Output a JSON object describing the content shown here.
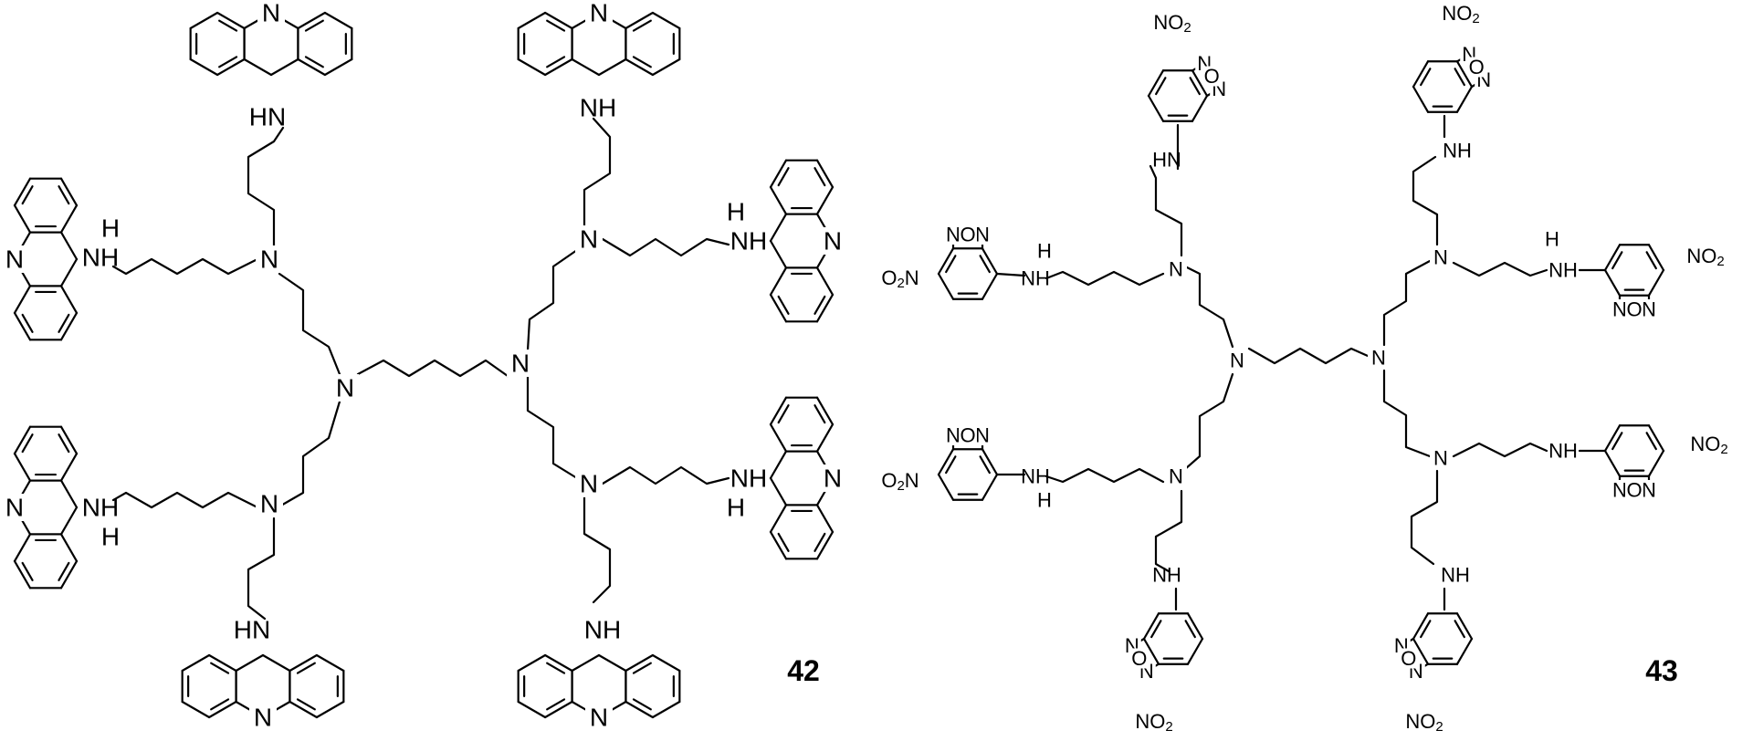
{
  "compounds": [
    {
      "id": "42",
      "label": "42"
    },
    {
      "id": "43",
      "label": "43"
    }
  ],
  "atom_text": {
    "N": "N",
    "H": "H",
    "NH": "NH",
    "HN": "HN",
    "O": "O",
    "NO2_prefix": "NO",
    "NO2_sub": "2",
    "O2N_prefix": "O",
    "O2N_sub": "2",
    "O2N_suffix": "N"
  },
  "colors": {
    "ink": "#000000",
    "background": "#ffffff"
  }
}
